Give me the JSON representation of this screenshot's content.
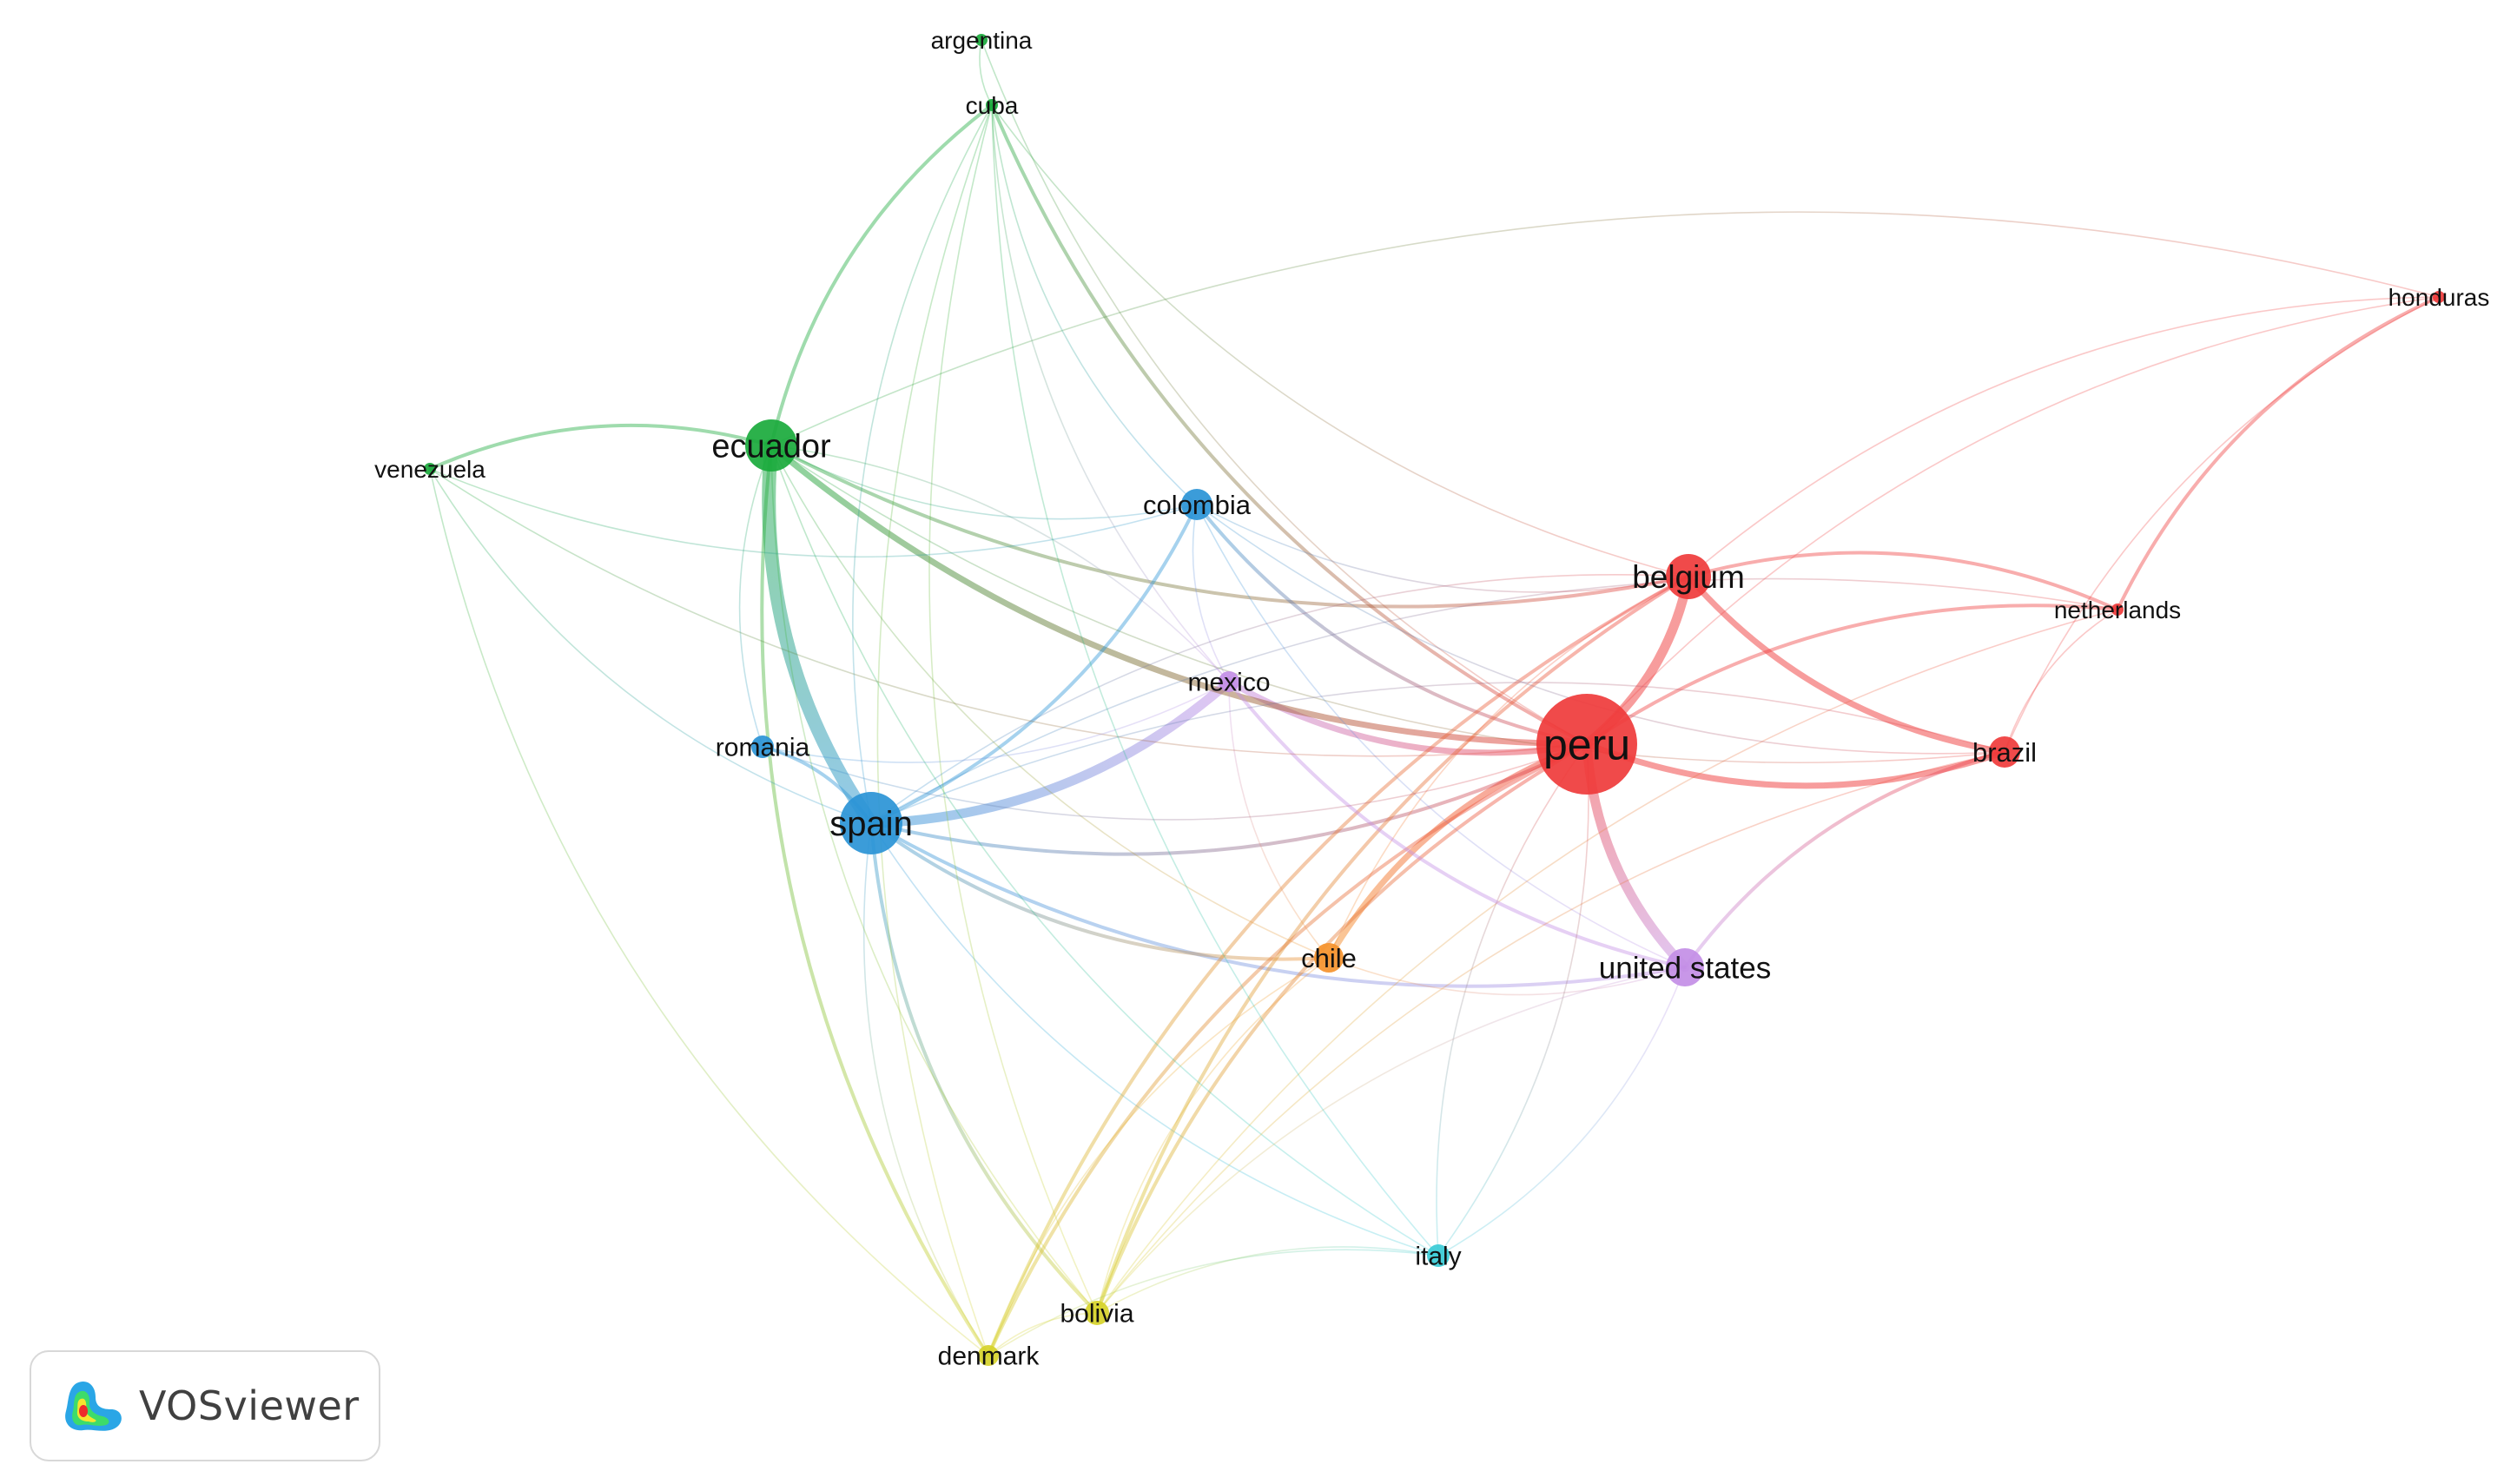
{
  "nodes": [
    {
      "id": "argentina",
      "label": "argentina",
      "cluster": "green",
      "weight": 1
    },
    {
      "id": "cuba",
      "label": "cuba",
      "cluster": "green",
      "weight": 1
    },
    {
      "id": "honduras",
      "label": "honduras",
      "cluster": "red",
      "weight": 1
    },
    {
      "id": "venezuela",
      "label": "venezuela",
      "cluster": "green",
      "weight": 1
    },
    {
      "id": "ecuador",
      "label": "ecuador",
      "cluster": "green",
      "weight": 5
    },
    {
      "id": "colombia",
      "label": "colombia",
      "cluster": "blue",
      "weight": 3
    },
    {
      "id": "belgium",
      "label": "belgium",
      "cluster": "red",
      "weight": 4
    },
    {
      "id": "netherlands",
      "label": "netherlands",
      "cluster": "red",
      "weight": 1
    },
    {
      "id": "mexico",
      "label": "mexico",
      "cluster": "purple",
      "weight": 2
    },
    {
      "id": "peru",
      "label": "peru",
      "cluster": "red",
      "weight": 10
    },
    {
      "id": "brazil",
      "label": "brazil",
      "cluster": "red",
      "weight": 3
    },
    {
      "id": "romania",
      "label": "romania",
      "cluster": "blue",
      "weight": 2
    },
    {
      "id": "spain",
      "label": "spain",
      "cluster": "blue",
      "weight": 6
    },
    {
      "id": "chile",
      "label": "chile",
      "cluster": "orange",
      "weight": 3
    },
    {
      "id": "united_states",
      "label": "united states",
      "cluster": "purple",
      "weight": 4
    },
    {
      "id": "italy",
      "label": "italy",
      "cluster": "cyan",
      "weight": 2
    },
    {
      "id": "bolivia",
      "label": "bolivia",
      "cluster": "yellow",
      "weight": 2
    },
    {
      "id": "denmark",
      "label": "denmark",
      "cluster": "yellow",
      "weight": 2
    }
  ],
  "links": [
    [
      "ecuador",
      "spain",
      5
    ],
    [
      "spain",
      "mexico",
      4
    ],
    [
      "mexico",
      "peru",
      3
    ],
    [
      "ecuador",
      "peru",
      3
    ],
    [
      "peru",
      "belgium",
      4
    ],
    [
      "peru",
      "brazil",
      3
    ],
    [
      "peru",
      "united_states",
      4
    ],
    [
      "belgium",
      "brazil",
      3
    ],
    [
      "peru",
      "chile",
      3
    ],
    [
      "ecuador",
      "venezuela",
      2
    ],
    [
      "ecuador",
      "belgium",
      2
    ],
    [
      "spain",
      "colombia",
      2
    ],
    [
      "spain",
      "romania",
      2
    ],
    [
      "spain",
      "united_states",
      2
    ],
    [
      "spain",
      "peru",
      2
    ],
    [
      "spain",
      "chile",
      2
    ],
    [
      "spain",
      "bolivia",
      2
    ],
    [
      "spain",
      "denmark",
      1
    ],
    [
      "spain",
      "italy",
      1
    ],
    [
      "colombia",
      "peru",
      2
    ],
    [
      "colombia",
      "mexico",
      1
    ],
    [
      "colombia",
      "united_states",
      1
    ],
    [
      "cuba",
      "ecuador",
      2
    ],
    [
      "cuba",
      "peru",
      2
    ],
    [
      "cuba",
      "spain",
      1
    ],
    [
      "cuba",
      "denmark",
      1
    ],
    [
      "cuba",
      "bolivia",
      1
    ],
    [
      "argentina",
      "cuba",
      1
    ],
    [
      "argentina",
      "peru",
      1
    ],
    [
      "honduras",
      "peru",
      1
    ],
    [
      "honduras",
      "netherlands",
      2
    ],
    [
      "honduras",
      "belgium",
      1
    ],
    [
      "honduras",
      "ecuador",
      1
    ],
    [
      "honduras",
      "brazil",
      1
    ],
    [
      "netherlands",
      "peru",
      2
    ],
    [
      "netherlands",
      "belgium",
      2
    ],
    [
      "netherlands",
      "brazil",
      1
    ],
    [
      "netherlands",
      "spain",
      1
    ],
    [
      "netherlands",
      "bolivia",
      1
    ],
    [
      "belgium",
      "bolivia",
      2
    ],
    [
      "belgium",
      "denmark",
      2
    ],
    [
      "belgium",
      "spain",
      1
    ],
    [
      "belgium",
      "chile",
      1
    ],
    [
      "peru",
      "bolivia",
      2
    ],
    [
      "peru",
      "denmark",
      2
    ],
    [
      "peru",
      "italy",
      1
    ],
    [
      "mexico",
      "united_states",
      2
    ],
    [
      "mexico",
      "chile",
      1
    ],
    [
      "mexico",
      "ecuador",
      1
    ],
    [
      "chile",
      "bolivia",
      1
    ],
    [
      "chile",
      "united_states",
      1
    ],
    [
      "ecuador",
      "denmark",
      2
    ],
    [
      "ecuador",
      "bolivia",
      1
    ],
    [
      "ecuador",
      "romania",
      1
    ],
    [
      "ecuador",
      "colombia",
      1
    ],
    [
      "ecuador",
      "chile",
      1
    ],
    [
      "ecuador",
      "italy",
      1
    ],
    [
      "ecuador",
      "brazil",
      1
    ],
    [
      "venezuela",
      "spain",
      1
    ],
    [
      "venezuela",
      "denmark",
      1
    ],
    [
      "venezuela",
      "colombia",
      1
    ],
    [
      "venezuela",
      "peru",
      1
    ],
    [
      "romania",
      "mexico",
      1
    ],
    [
      "romania",
      "peru",
      1
    ],
    [
      "italy",
      "united_states",
      1
    ],
    [
      "italy",
      "denmark",
      1
    ],
    [
      "italy",
      "bolivia",
      1
    ],
    [
      "italy",
      "peru",
      1
    ],
    [
      "brazil",
      "united_states",
      2
    ],
    [
      "brazil",
      "bolivia",
      1
    ],
    [
      "brazil",
      "spain",
      1
    ],
    [
      "united_states",
      "bolivia",
      1
    ],
    [
      "bolivia",
      "denmark",
      1
    ],
    [
      "chile",
      "denmark",
      1
    ],
    [
      "colombia",
      "brazil",
      1
    ],
    [
      "colombia",
      "belgium",
      1
    ],
    [
      "cuba",
      "colombia",
      1
    ],
    [
      "cuba",
      "mexico",
      1
    ],
    [
      "cuba",
      "belgium",
      1
    ],
    [
      "cuba",
      "italy",
      1
    ]
  ],
  "colors": {
    "red": "#ef3b3b",
    "green": "#1aaa3c",
    "blue": "#2a94d6",
    "purple": "#c38ee6",
    "orange": "#f5922c",
    "cyan": "#38cbd6",
    "yellow": "#d6d22a"
  },
  "branding": {
    "logo_text": "VOSviewer",
    "logo_icon": "vosviewer-density-logo-icon"
  }
}
